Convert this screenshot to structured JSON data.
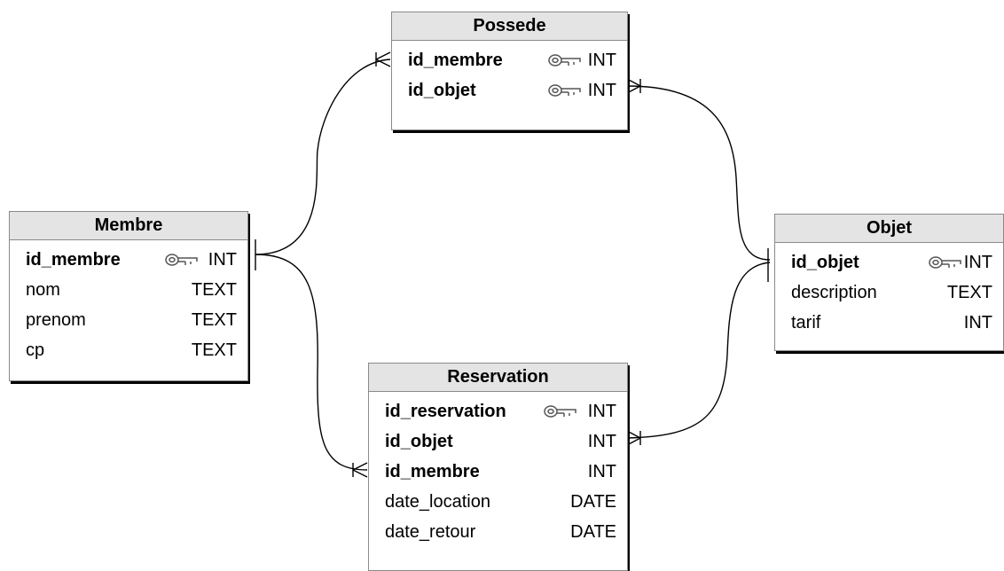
{
  "tables": {
    "possede": {
      "title": "Possede",
      "fields": [
        {
          "name": "id_membre",
          "type": "INT",
          "pk": true
        },
        {
          "name": "id_objet",
          "type": "INT",
          "pk": true
        }
      ]
    },
    "membre": {
      "title": "Membre",
      "fields": [
        {
          "name": "id_membre",
          "type": "INT",
          "pk": true
        },
        {
          "name": "nom",
          "type": "TEXT"
        },
        {
          "name": "prenom",
          "type": "TEXT"
        },
        {
          "name": "cp",
          "type": "TEXT"
        }
      ]
    },
    "objet": {
      "title": "Objet",
      "fields": [
        {
          "name": "id_objet",
          "type": "INT",
          "pk": true
        },
        {
          "name": "description",
          "type": "TEXT"
        },
        {
          "name": "tarif",
          "type": "INT"
        }
      ]
    },
    "reservation": {
      "title": "Reservation",
      "fields": [
        {
          "name": "id_reservation",
          "type": "INT",
          "pk": true
        },
        {
          "name": "id_objet",
          "type": "INT",
          "fk": true
        },
        {
          "name": "id_membre",
          "type": "INT",
          "fk": true
        },
        {
          "name": "date_location",
          "type": "DATE"
        },
        {
          "name": "date_retour",
          "type": "DATE"
        }
      ]
    }
  },
  "relationships": [
    {
      "from": "membre.id_membre",
      "to": "possede.id_membre",
      "cardinality": "one-to-many"
    },
    {
      "from": "objet.id_objet",
      "to": "possede.id_objet",
      "cardinality": "one-to-many"
    },
    {
      "from": "membre.id_membre",
      "to": "reservation.id_membre",
      "cardinality": "one-to-many"
    },
    {
      "from": "objet.id_objet",
      "to": "reservation.id_objet",
      "cardinality": "one-to-many"
    }
  ],
  "icons": {
    "primary_key": "key-icon"
  },
  "colors": {
    "header_bg": "#e4e4e4",
    "border": "#8a8a8a",
    "line": "#000000"
  }
}
